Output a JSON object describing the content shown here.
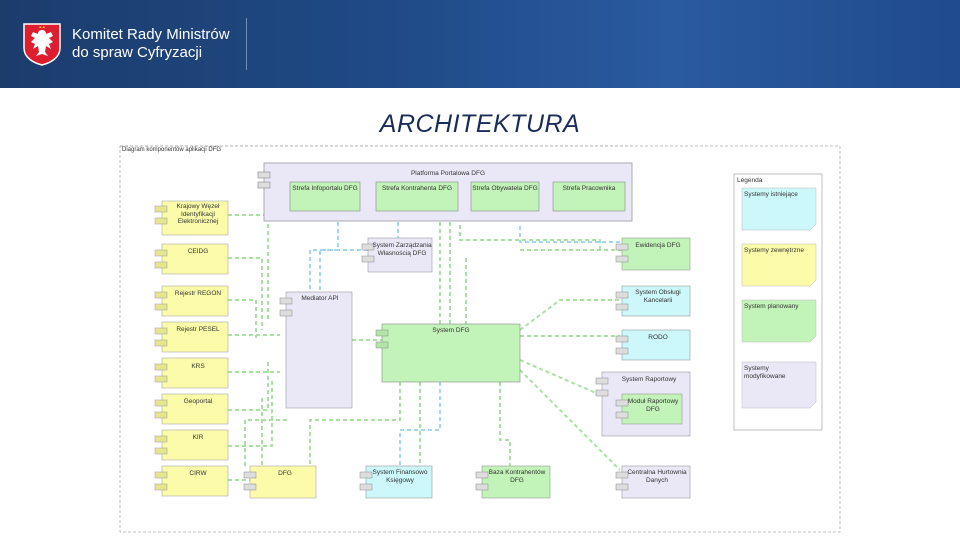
{
  "header": {
    "org_line1": "Komitet Rady Ministrów",
    "org_line2": "do spraw Cyfryzacji",
    "logo_icon": "polish-eagle-emblem",
    "bg_color": "#1f4a86"
  },
  "slide": {
    "title": "ARCHITEKTURA"
  },
  "diagram": {
    "frame_label": "Diagram komponentów aplikacji DFG",
    "portal": {
      "title": "Platforma Portalowa DFG",
      "modules": [
        "Strefa Infoportalu DFG",
        "Strefa Kontrahenta DFG",
        "Strefa Obywatela DFG",
        "Strefa Pracownika"
      ]
    },
    "left_systems": [
      "Krajowy Węzeł Identyfikacji Elektronicznej",
      "CEIDG",
      "Rejestr REGON",
      "Rejestr PESEL",
      "KRS",
      "Geoportal",
      "KIR",
      "CIRW"
    ],
    "bottom_systems": {
      "dfg": "DFG",
      "finance": "System Finansowo Księgowy",
      "contractors": "Baza Kontrahentów DFG",
      "warehouse": "Centralna Hurtownia Danych"
    },
    "center": {
      "ownership": "System Zarządzania Własnością DFG",
      "mediator": "Mediator API",
      "core": "System DFG"
    },
    "right_systems": {
      "evidence": "Ewidencja DFG",
      "cases": "System Obsługi Kancelarii",
      "rodo": "RODO",
      "reporting": "System Raportowy",
      "reporting_module": "Moduł Raportowy DFG"
    },
    "legend": {
      "title": "Legenda",
      "items": [
        "Systemy istniejące",
        "Systemy zewnętrzne",
        "System planowany",
        "Systemy modyfikowane"
      ]
    },
    "colors": {
      "existing": "#ccf7fb",
      "external": "#fbfbaa",
      "planned": "#c2f3b8",
      "modified": "#eae8f7",
      "connector": "#9fdc9a",
      "connector_blue": "#9fd2ee"
    }
  }
}
